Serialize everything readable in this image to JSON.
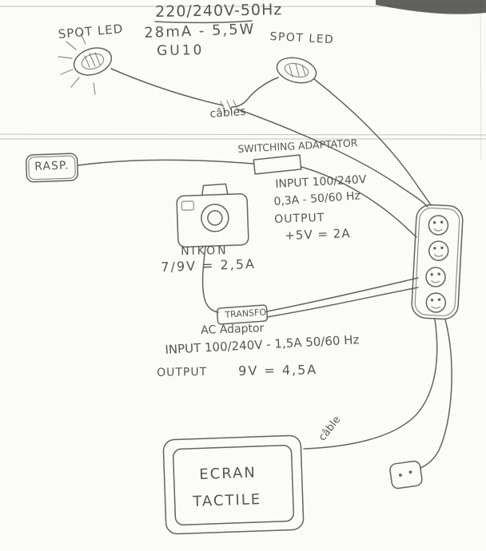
{
  "colors": {
    "pencil": "#565656",
    "paper": "#fbfbf8",
    "ruled_line": "#c2c2c2",
    "scan_artifact": "#3e3e3e"
  },
  "labels": {
    "title": "220/240V-50Hz",
    "spot_led_left": "SPOT LED",
    "spot_rating": "28mA - 5,5W",
    "spot_led_right": "SPOT LED",
    "lamp_socket": "GU10",
    "cables": "câbles",
    "rasp": "RASP.",
    "switching_adaptator": "SWITCHING ADAPTATOR",
    "switching_input": "INPUT 100/240V",
    "switching_spec": "0,3A - 50/60 Hz",
    "switching_output_label": "OUTPUT",
    "switching_output_value": "+5V = 2A",
    "camera_brand": "NIKON",
    "camera_power": "7/9V = 2,5A",
    "transfo": "TRANSFO",
    "ac_adaptor": "AC Adaptor",
    "ac_input": "INPUT 100/240V - 1,5A 50/60 Hz",
    "ac_output_label": "OUTPUT",
    "ac_output_value": "9V = 4,5A",
    "cable": "câble",
    "touchscreen_line1": "ECRAN",
    "touchscreen_line2": "TACTILE"
  }
}
